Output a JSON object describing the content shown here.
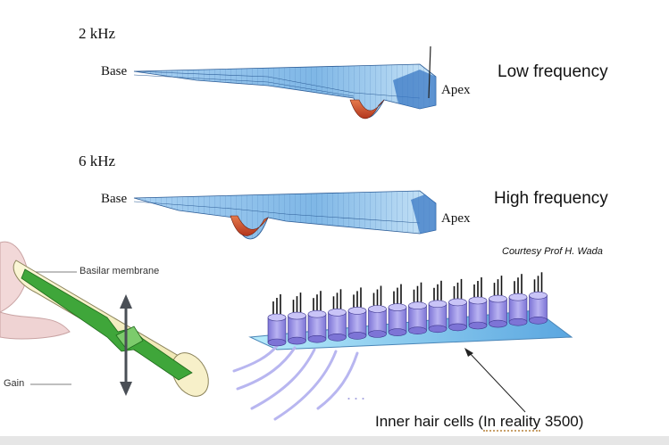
{
  "panel_top": {
    "frequency": "2 kHz",
    "base_label": "Base",
    "apex_label": "Apex",
    "description": "Low frequency"
  },
  "panel_bottom": {
    "frequency": "6 kHz",
    "base_label": "Base",
    "apex_label": "Apex",
    "description": "High frequency"
  },
  "courtesy": "Courtesy Prof H. Wada",
  "cochlea_model": {
    "membrane_label": "Basilar membrane",
    "gain_label": "Gain"
  },
  "hair_cells": {
    "ellipsis": "...",
    "caption_prefix": "Inner hair cells (",
    "caption_underlined": "In reality",
    "caption_suffix": " 3500)"
  },
  "colors": {
    "membrane_blue": "#7fb7e6",
    "membrane_dark": "#3a78c4",
    "peak_red": "#d8542e",
    "tube_fill": "#f4efc4",
    "membrane_green": "#3fa63a",
    "cell_purple": "#9a93e6",
    "plate_blue": "#8fd0f0"
  }
}
